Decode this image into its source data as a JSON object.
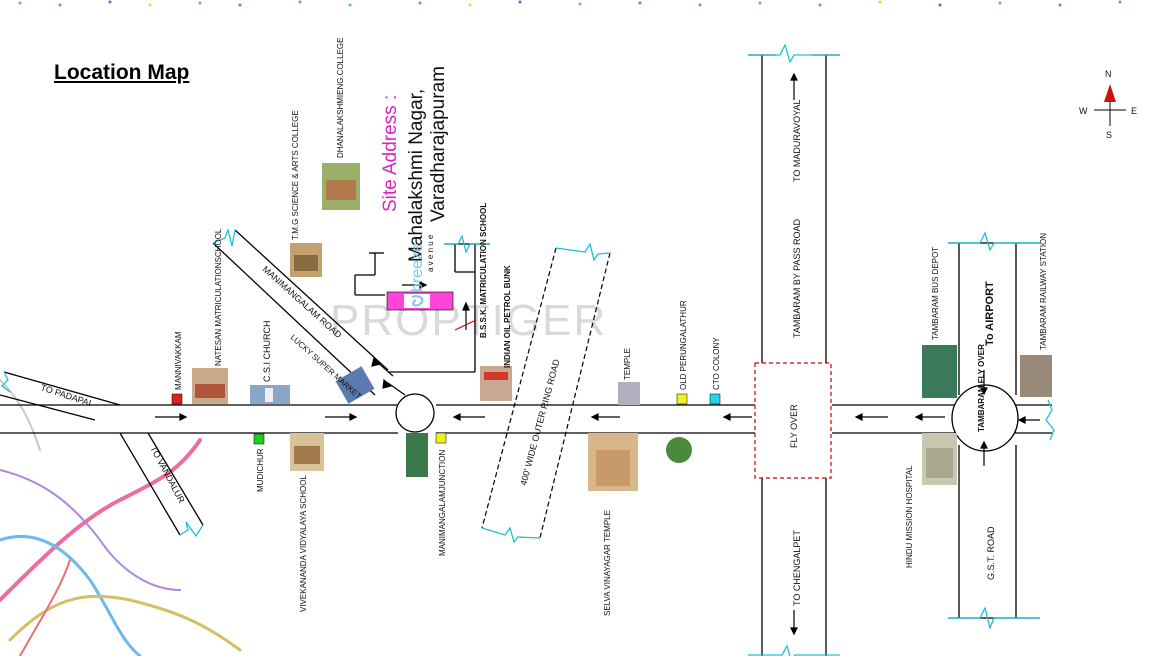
{
  "title": "Location Map",
  "watermark": "PROPTIGER",
  "site": {
    "heading": "Site Address :",
    "line1": "Mahalakshmi Nagar,",
    "line2": "Varadharajapuram",
    "brand": "breeze",
    "brand_sub": "a v e n u e"
  },
  "compass": {
    "n": "N",
    "s": "S",
    "e": "E",
    "w": "W"
  },
  "roads": {
    "to_padapai": "TO PADAPAI",
    "to_vandalur": "TO VANDALUR",
    "manimangalam_road": "MANIMANGALAM ROAD",
    "outer_ring": "400' WIDE OUTER RING ROAD",
    "bypass": "TAMBARAM BY PASS ROAD",
    "to_maduravoyal": "TO MADURAVOYAL",
    "to_chengalpet": "TO CHENGALPET",
    "gst": "G.S.T. ROAD",
    "to_airport": "To AIRPORT",
    "flyover": "FLY OVER",
    "tambaram_flyover": "TAMBARAM FLY OVER"
  },
  "landmarks": {
    "mannivakkam": "MANNIVAKKAM",
    "natesan": "NATESAN MATRICULATIONSCHOOL",
    "csi_church": "C.S.I CHURCH",
    "lucky": "LUCKY SUPER MARKET",
    "mudichur": "MUDICHUR",
    "vivekananda": "VIVEKANANDA VIDYALAYA SCHOOL",
    "manimangalam_jn": "MANIMANGALAMJUNCTION",
    "tmg": "T.M.G SCIENCE & ARTS COLLEGE",
    "dhanalakshmi": "DHANALAKSHMIENG.COLLEGE",
    "bssk": "B.S.S.K. MATRICULATION SCHOOL",
    "indian_oil": "INDIAN OIL PETROL BUNK",
    "temple": "TEMPLE",
    "old_perungalathur": "OLD PERUNGALATHUR",
    "cto_colony": "CTO COLONY",
    "selva": "SELVA VINAYAGAR TEMPLE",
    "hindu_mission": "HINDU MISSION HOSPITAL",
    "bus_depot": "TAMBARAM BUS DEPOT",
    "railway": "TAMBARAM RAILWAY STATION"
  },
  "colors": {
    "road": "#000000",
    "site_text": "#e020c0",
    "flyover_box": "#cc0000",
    "break_line": "#19c2d6",
    "marker_red": "#e02020",
    "marker_green": "#22cc22",
    "marker_yellow": "#f2f020",
    "marker_cyan": "#22d6e6"
  }
}
